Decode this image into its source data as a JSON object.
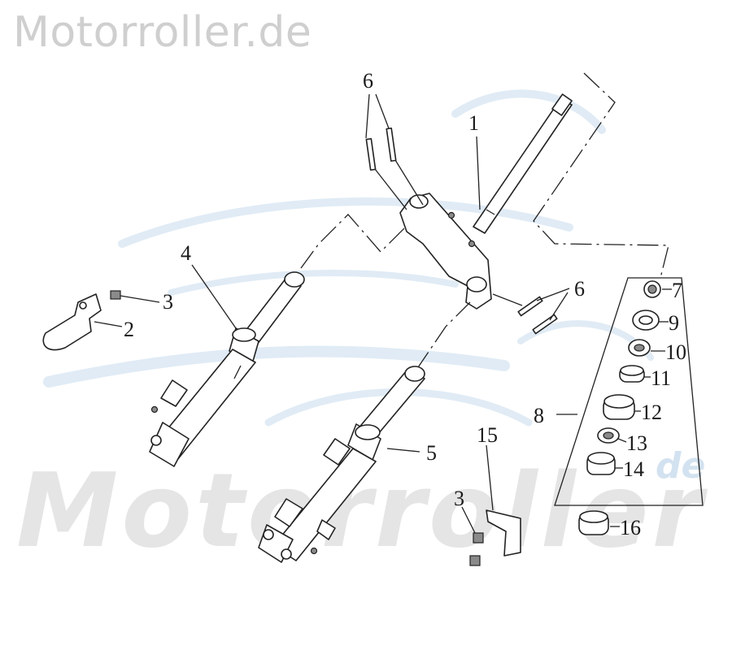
{
  "site_title": "Motorroller.de",
  "watermark": {
    "large_text": "Motorroller",
    "small_text": "de"
  },
  "callouts": [
    {
      "id": "c1",
      "label": "1"
    },
    {
      "id": "c2",
      "label": "2"
    },
    {
      "id": "c3a",
      "label": "3"
    },
    {
      "id": "c3b",
      "label": "3"
    },
    {
      "id": "c4",
      "label": "4"
    },
    {
      "id": "c5",
      "label": "5"
    },
    {
      "id": "c6a",
      "label": "6"
    },
    {
      "id": "c6b",
      "label": "6"
    },
    {
      "id": "c7",
      "label": "7"
    },
    {
      "id": "c8",
      "label": "8"
    },
    {
      "id": "c9",
      "label": "9"
    },
    {
      "id": "c10",
      "label": "10"
    },
    {
      "id": "c11",
      "label": "11"
    },
    {
      "id": "c12",
      "label": "12"
    },
    {
      "id": "c13",
      "label": "13"
    },
    {
      "id": "c14",
      "label": "14"
    },
    {
      "id": "c15",
      "label": "15"
    },
    {
      "id": "c16",
      "label": "16"
    }
  ],
  "colors": {
    "line": "#222222",
    "watermark_gray": "#e5e5e5",
    "watermark_blue": "#d3e2f0",
    "title_gray": "#cfcfcf"
  }
}
